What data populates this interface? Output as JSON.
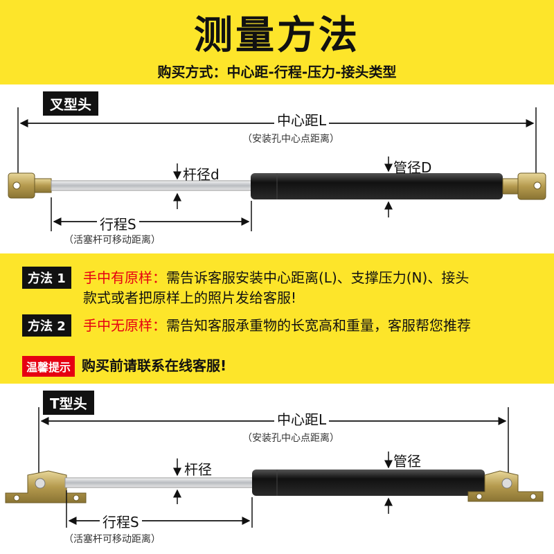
{
  "header": {
    "title": "测量方法",
    "subtitle": "购买方式：中心距-行程-压力-接头类型"
  },
  "fork": {
    "tag": "叉型头",
    "center_label": "中心距L",
    "center_note": "（安装孔中心点距离）",
    "rod_label": "杆径d",
    "tube_label": "管径D",
    "stroke_label": "行程S",
    "stroke_note": "（活塞杆可移动距离）"
  },
  "methods": {
    "m1_tag": "方法 1",
    "m1_key": "手中有原样：",
    "m1_text_a": "需告诉客服安装中心距离(L)、支撑压力(N)、接头",
    "m1_text_b": "款式或者把原样上的照片发给客服!",
    "m2_tag": "方法 2",
    "m2_key": "手中无原样：",
    "m2_text": "需告知客服承重物的长宽高和重量，客服帮您推荐",
    "warn_tag": "温馨提示",
    "warn_text": "购买前请联系在线客服!"
  },
  "t_head": {
    "tag": "T型头",
    "center_label": "中心距L",
    "center_note": "（安装孔中心点距离）",
    "rod_label": "杆径",
    "tube_label": "管径",
    "stroke_label": "行程S",
    "stroke_note": "（活塞杆可移动距离）"
  }
}
